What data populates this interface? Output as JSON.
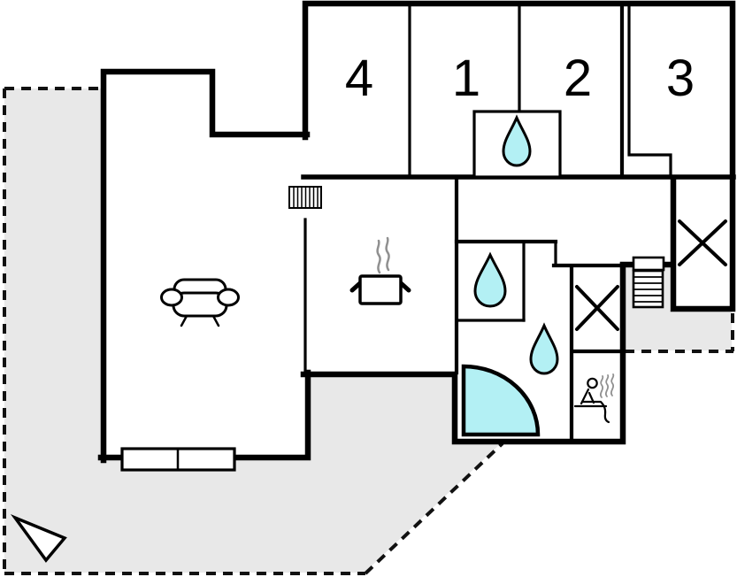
{
  "plan": {
    "room_labels": [
      {
        "label": "4"
      },
      {
        "label": "1"
      },
      {
        "label": "2"
      },
      {
        "label": "3"
      }
    ],
    "colors": {
      "wall": "#000000",
      "water": "#b3f0f4",
      "terrace": "#e8e8e8",
      "steam": "#909090"
    },
    "icons": [
      {
        "name": "water-drop-closet"
      },
      {
        "name": "water-drop-washroom"
      },
      {
        "name": "water-drop-bathroom"
      },
      {
        "name": "shower-quarter-circle"
      },
      {
        "name": "sauna-person"
      },
      {
        "name": "sofa"
      },
      {
        "name": "stove-pot"
      },
      {
        "name": "exterior-stairs"
      },
      {
        "name": "interior-steps-hatch"
      },
      {
        "name": "wardrobe-cross-right"
      },
      {
        "name": "wardrobe-cross-middle"
      },
      {
        "name": "living-room-window"
      },
      {
        "name": "entrance-door"
      },
      {
        "name": "north-arrow"
      }
    ]
  }
}
